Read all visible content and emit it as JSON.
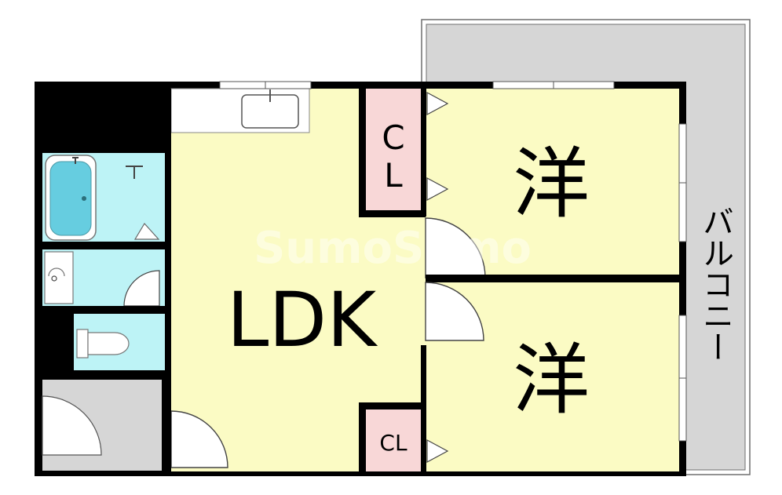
{
  "rooms": {
    "ldk": "LDK",
    "western_1": "洋",
    "western_2": "洋",
    "closet_top_c": "C",
    "closet_top_l": "L",
    "closet_bottom": "CL",
    "balcony": "バルコニー"
  },
  "watermark": "SumoSumo",
  "colors": {
    "wall": "#000000",
    "room_yellow": "#fbfbc4",
    "wet_area": "#bdf3f6",
    "closet": "#f8d7d7",
    "balcony": "#d6d6d6",
    "entrance": "#d6d6d6"
  }
}
